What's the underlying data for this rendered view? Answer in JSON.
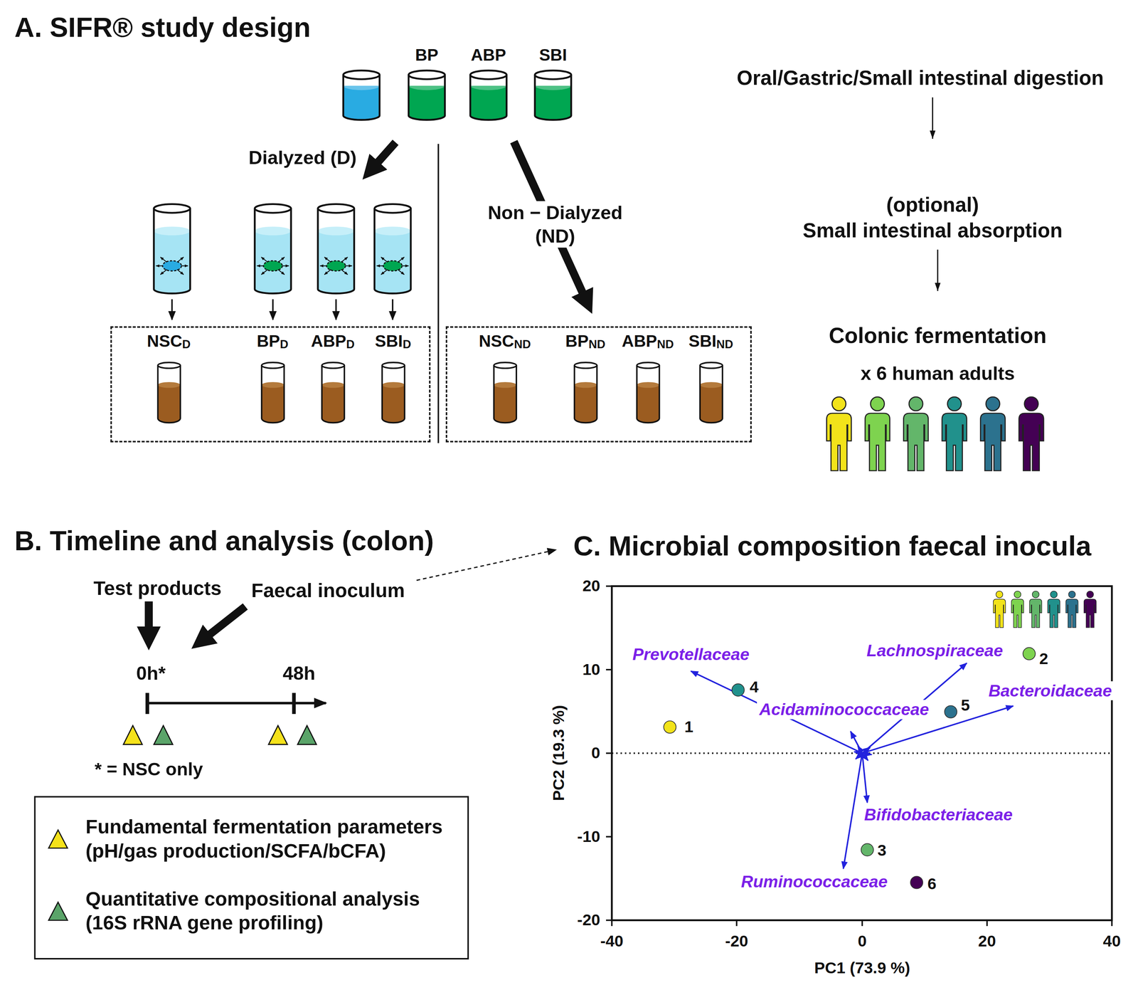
{
  "diagram": {
    "nodes": [
      {
        "text": []
      },
      {
        "text": [
          "NSC",
          "D"
        ],
        "in": 0
      },
      {
        "text": [
          "BP",
          "D"
        ],
        "in": 0
      },
      {
        "text": [
          "ABP",
          "D"
        ],
        "in": 0
      },
      {
        "text": [
          "SBI",
          "D"
        ],
        "in": 0
      },
      {
        "text": []
      },
      {
        "text": [
          "NSC",
          "ND"
        ],
        "in": 5
      },
      {
        "text": [
          "BP",
          "ND"
        ],
        "in": 5
      },
      {
        "text": [
          "ABP",
          "ND"
        ],
        "in": 5
      },
      {
        "text": [
          "SBI",
          "ND"
        ],
        "in": 5
      },
      {
        "text": [
          "Oral/Gastric/Small intestinal digestion"
        ]
      },
      {
        "text": [
          "(optional)",
          "Small intestinal absorption"
        ]
      },
      {
        "text": [
          "Colonic fermentation",
          "x 6 human adults"
        ]
      }
    ],
    "edges": [
      {
        "from": 10,
        "to": 11,
        "arrow": "to"
      },
      {
        "from": 11,
        "to": 12,
        "arrow": "to"
      }
    ],
    "labels": [
      "A. SIFR® study design",
      "BP",
      "ABP",
      "SBI",
      "Dialyzed (D)",
      "Non − Dialyzed (ND)",
      "B. Timeline and analysis (colon)",
      "Test products",
      "Faecal inoculum",
      "0h*",
      "48h",
      "* = NSC only",
      "C. Microbial composition faecal inocula",
      "20",
      "10",
      "0",
      "-10",
      "-20",
      "-40",
      "-20",
      "0",
      "20",
      "40",
      "PC1 (73.9 %)",
      "PC2 (19.3 %)",
      "Prevotellaceae",
      "Lachnospiraceae",
      "Bacteroidaceae",
      "Acidaminococcaceae",
      "Bifidobacteriaceae",
      "Ruminococcaceae",
      "1",
      "2",
      "3",
      "4",
      "5",
      "6"
    ],
    "legend": [
      {
        "text": "Fundamental fermentation parameters (pH/gas production/SCFA/bCFA)",
        "color": "#f5e21b"
      },
      {
        "text": "Quantitative compositional analysis (16S rRNA gene profiling)",
        "color": "#5aa469"
      }
    ]
  }
}
